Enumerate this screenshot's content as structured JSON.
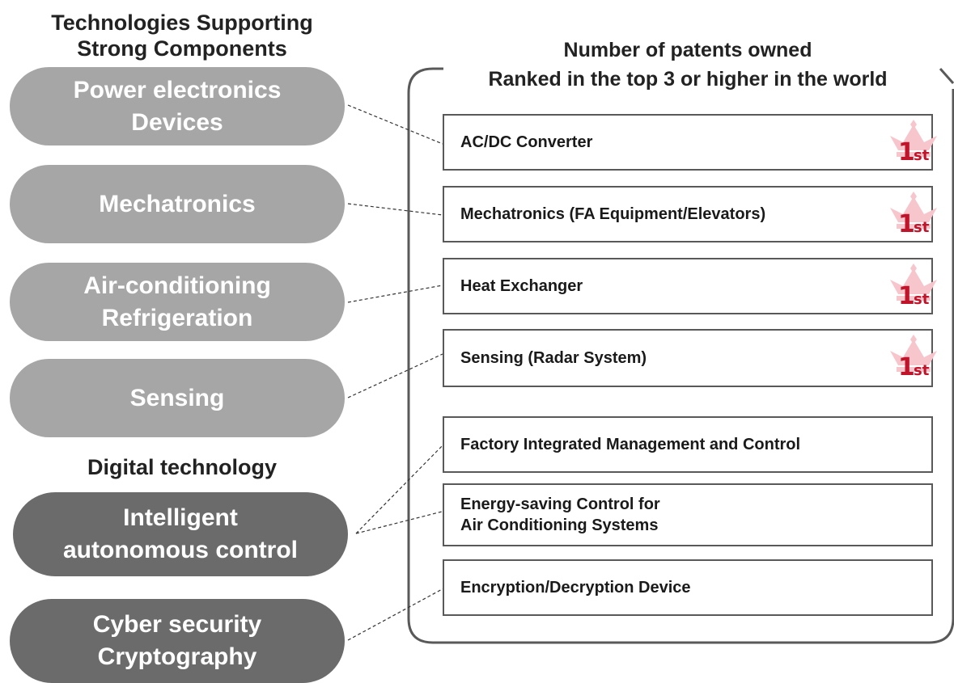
{
  "left_heading_1": [
    "Technologies Supporting",
    "Strong Components"
  ],
  "left_heading_2": "Digital technology",
  "right_heading": [
    "Number of patents owned",
    "Ranked in the top 3 or higher in the world"
  ],
  "strong_components": [
    {
      "lines": [
        "Power electronics",
        "Devices"
      ]
    },
    {
      "lines": [
        "Mechatronics"
      ]
    },
    {
      "lines": [
        "Air-conditioning",
        "Refrigeration"
      ]
    },
    {
      "lines": [
        "Sensing"
      ]
    }
  ],
  "digital_technologies": [
    {
      "lines": [
        "Intelligent",
        "autonomous control"
      ]
    },
    {
      "lines": [
        "Cyber security",
        "Cryptography"
      ]
    }
  ],
  "patent_items": [
    {
      "lines": [
        "AC/DC Converter"
      ],
      "rank": "1",
      "rank_suffix": "st"
    },
    {
      "lines": [
        "Mechatronics (FA Equipment/Elevators)"
      ],
      "rank": "1",
      "rank_suffix": "st"
    },
    {
      "lines": [
        "Heat Exchanger"
      ],
      "rank": "1",
      "rank_suffix": "st"
    },
    {
      "lines": [
        "Sensing (Radar System)"
      ],
      "rank": "1",
      "rank_suffix": "st"
    },
    {
      "lines": [
        "Factory Integrated Management and Control"
      ]
    },
    {
      "lines": [
        "Energy-saving Control for",
        "Air Conditioning Systems"
      ]
    },
    {
      "lines": [
        "Encryption/Decryption Device"
      ]
    }
  ],
  "colors": {
    "pill_light": "#a6a6a6",
    "pill_dark": "#6b6b6b",
    "crown_fill": "#f7c6cc",
    "crown_text": "#c0142a",
    "frame": "#595959"
  }
}
